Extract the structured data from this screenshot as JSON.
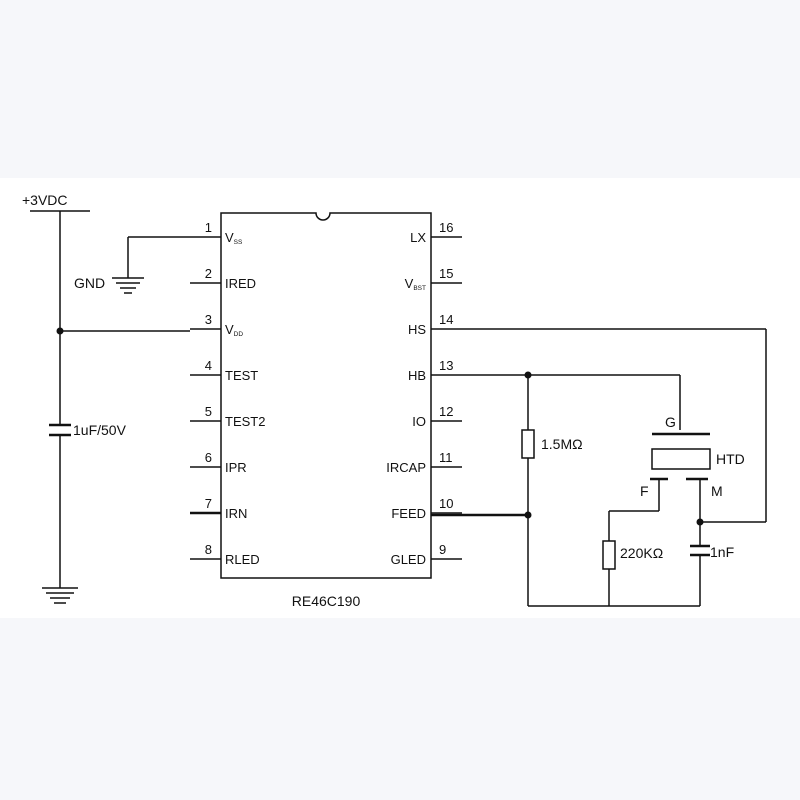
{
  "ic": {
    "name": "RE46C190",
    "pins_left": [
      {
        "num": "1",
        "label": "V",
        "sub": "SS"
      },
      {
        "num": "2",
        "label": "IRED"
      },
      {
        "num": "3",
        "label": "V",
        "sub": "DD"
      },
      {
        "num": "4",
        "label": "TEST"
      },
      {
        "num": "5",
        "label": "TEST2"
      },
      {
        "num": "6",
        "label": "IPR"
      },
      {
        "num": "7",
        "label": "IRN"
      },
      {
        "num": "8",
        "label": "RLED"
      }
    ],
    "pins_right": [
      {
        "num": "16",
        "label": "LX"
      },
      {
        "num": "15",
        "label": "V",
        "sub": "BST"
      },
      {
        "num": "14",
        "label": "HS"
      },
      {
        "num": "13",
        "label": "HB"
      },
      {
        "num": "12",
        "label": "IO"
      },
      {
        "num": "11",
        "label": "IRCAP"
      },
      {
        "num": "10",
        "label": "FEED"
      },
      {
        "num": "9",
        "label": "GLED"
      }
    ]
  },
  "labels": {
    "supply": "+3VDC",
    "gnd": "GND",
    "cap_supply": "1uF/50V",
    "res_hb": "1.5MΩ",
    "res_feed": "220KΩ",
    "cap_m": "1nF",
    "horn": "HTD",
    "horn_g": "G",
    "horn_f": "F",
    "horn_m": "M"
  },
  "colors": {
    "background": "#f6f7fa",
    "band": "#ffffff",
    "ink": "#111111"
  }
}
